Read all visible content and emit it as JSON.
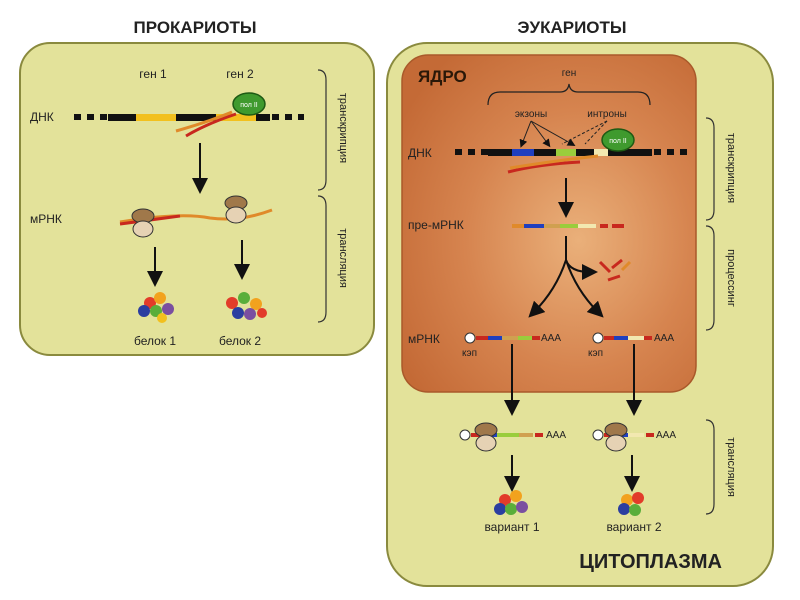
{
  "colors": {
    "cell_fill": "#e3e29a",
    "cell_stroke": "#8a8a3e",
    "nucleus_fill": "#d07a47",
    "nucleus_glow": "#e7a56e",
    "gene_yellow": "#f2c01e",
    "orange_rna": "#e08a2a",
    "red_rna": "#c8281e",
    "exon_blue": "#1f3fbf",
    "exon_green": "#9acd3c",
    "pol_green": "#3f9a2e"
  },
  "prokaryotes": {
    "title": "ПРОКАРИОТЫ",
    "gene1": "ген 1",
    "gene2": "ген 2",
    "dna": "ДНК",
    "mrna": "мРНК",
    "protein1": "белок 1",
    "protein2": "белок 2",
    "pol": "пол II",
    "side_transcription": "транскрипция",
    "side_translation": "трансляция"
  },
  "eukaryotes": {
    "title": "ЭУКАРИОТЫ",
    "nucleus": "ЯДРО",
    "gene": "ген",
    "exons": "экзоны",
    "introns": "интроны",
    "dna": "ДНК",
    "pre_mrna": "пре-мРНК",
    "mrna": "мРНК",
    "cap1": "кэп",
    "cap2": "кэп",
    "polya1": "AAA",
    "polya2": "AAA",
    "polya3": "AAA",
    "polya4": "AAA",
    "pol": "пол II",
    "variant1": "вариант 1",
    "variant2": "вариант 2",
    "cytoplasm": "ЦИТОПЛАЗМА",
    "side_transcription": "транскрипция",
    "side_processing": "процессинг",
    "side_translation": "трансляция"
  }
}
